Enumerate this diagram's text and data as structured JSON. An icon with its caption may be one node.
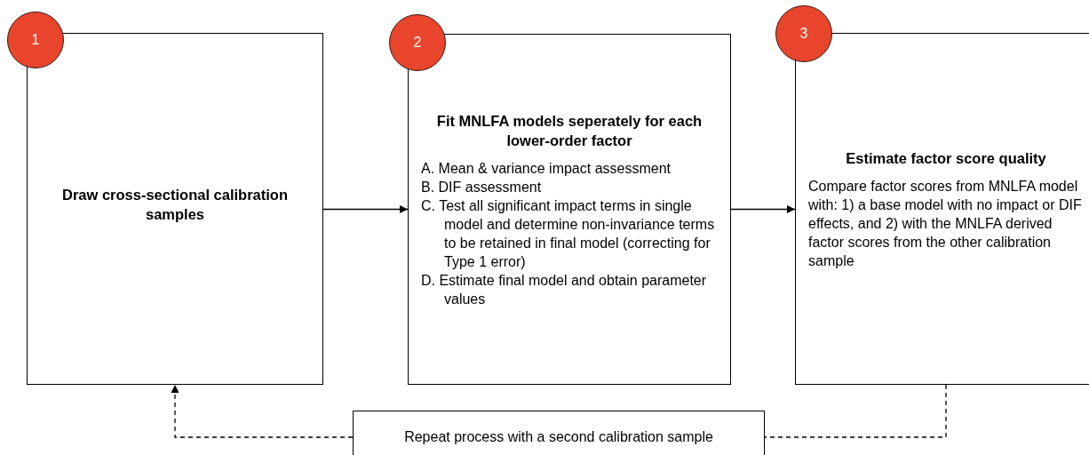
{
  "diagram": {
    "nodes": [
      {
        "text": [
          "1"
        ]
      },
      {
        "text": [
          "Draw cross-sectional calibration samples"
        ]
      },
      {
        "text": [
          "2"
        ]
      },
      {
        "text": [
          "Fit MNLFA models seperately for each lower-order factor",
          "A. Mean & variance impact assessment",
          "B. DIF assessment",
          "C. Test all significant impact terms in single model and determine non-invariance terms to be retained in final model (correcting for Type 1 error)",
          "D. Estimate final model and obtain parameter values"
        ]
      },
      {
        "text": [
          "3"
        ]
      },
      {
        "text": [
          "Estimate factor score quality",
          "Compare factor scores from MNLFA model with: 1) a base model with no impact or DIF effects, and 2) with the MNLFA derived factor scores from the other calibration sample"
        ]
      },
      {
        "text": [
          "Repeat process with a second calibration sample"
        ]
      }
    ],
    "edges": [
      {
        "from": 1,
        "to": 3,
        "arrow": "to"
      },
      {
        "from": 3,
        "to": 5,
        "arrow": "to"
      },
      {
        "from": 5,
        "to": 6,
        "arrow": "none",
        "style": "dashed"
      },
      {
        "from": 6,
        "to": 1,
        "arrow": "to",
        "style": "dashed"
      }
    ]
  }
}
